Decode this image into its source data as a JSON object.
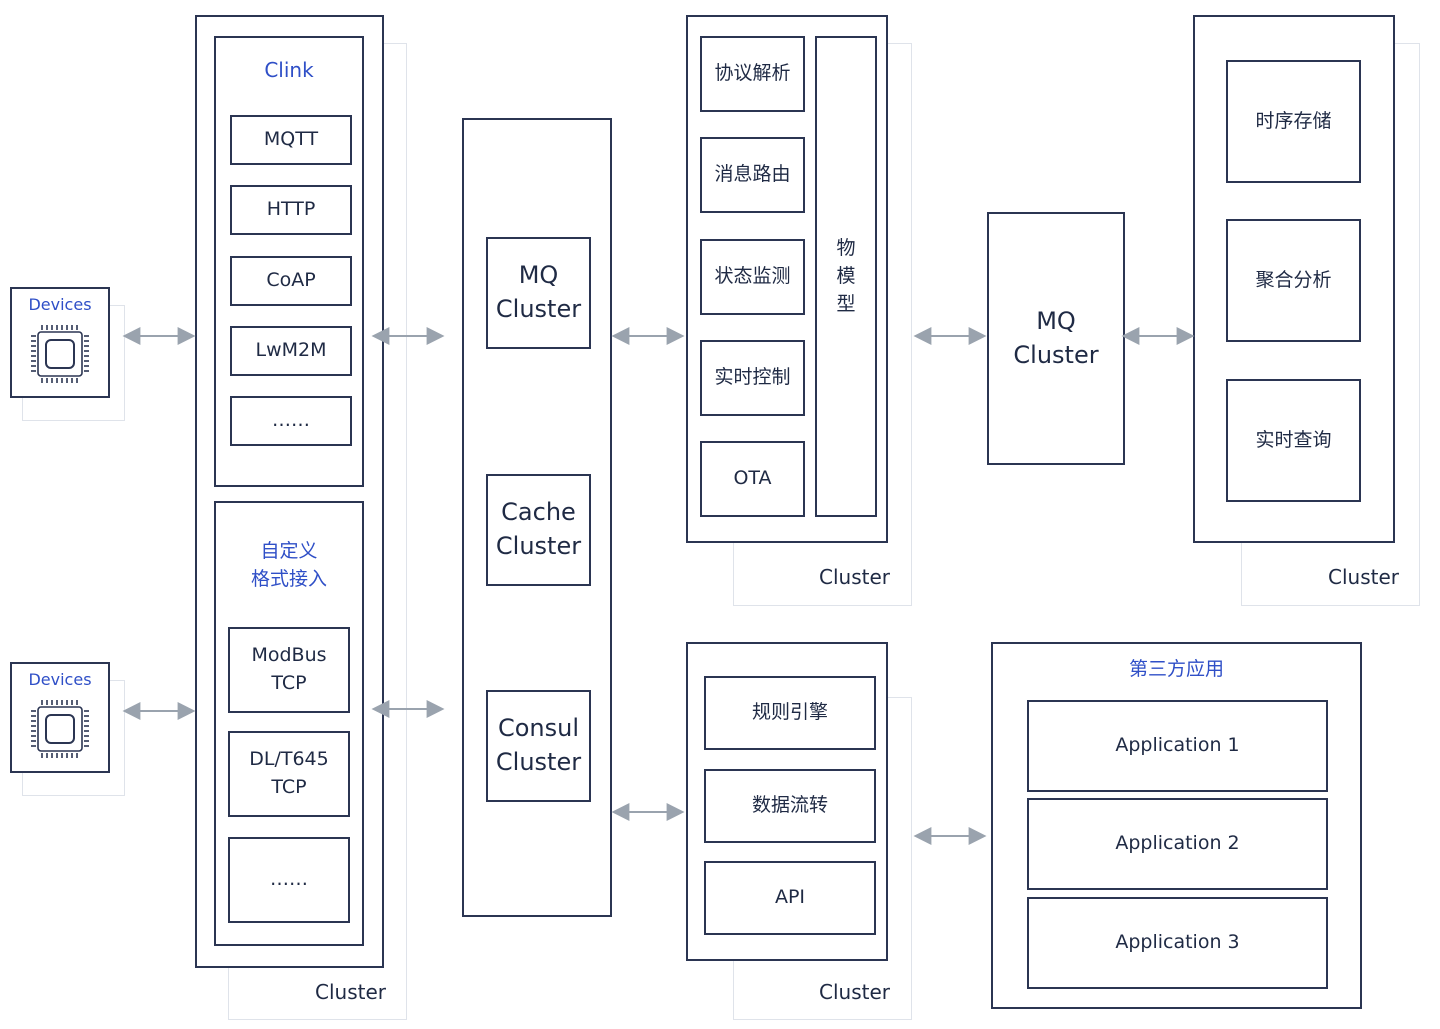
{
  "devices": [
    {
      "label": "Devices",
      "icon": "chip-icon"
    },
    {
      "label": "Devices",
      "icon": "chip-icon"
    }
  ],
  "gateway": {
    "clink": {
      "title": "Clink",
      "protocols": [
        "MQTT",
        "HTTP",
        "CoAP",
        "LwM2M",
        "……"
      ]
    },
    "custom": {
      "title": "自定义\n格式接入",
      "protocols": [
        "ModBus\nTCP",
        "DL/T645\nTCP",
        "……"
      ]
    },
    "cluster_label": "Cluster"
  },
  "middleware": [
    "MQ\nCluster",
    "Cache\nCluster",
    "Consul\nCluster"
  ],
  "processing": {
    "items": [
      "协议解析",
      "消息路由",
      "状态监测",
      "实时控制",
      "OTA"
    ],
    "model": "物\n模\n型",
    "cluster_label": "Cluster"
  },
  "rules": {
    "items": [
      "规则引擎",
      "数据流转",
      "API"
    ],
    "cluster_label": "Cluster"
  },
  "mq2": "MQ\nCluster",
  "storage": {
    "items": [
      "时序存储",
      "聚合分析",
      "实时查询"
    ],
    "cluster_label": "Cluster"
  },
  "third_party": {
    "title": "第三方应用",
    "apps": [
      "Application 1",
      "Application 2",
      "Application 3"
    ]
  },
  "colors": {
    "border": "#2b3552",
    "accent": "#2f4fc7",
    "arrow": "#9aa3ae",
    "shadow": "#dfe3ea"
  }
}
